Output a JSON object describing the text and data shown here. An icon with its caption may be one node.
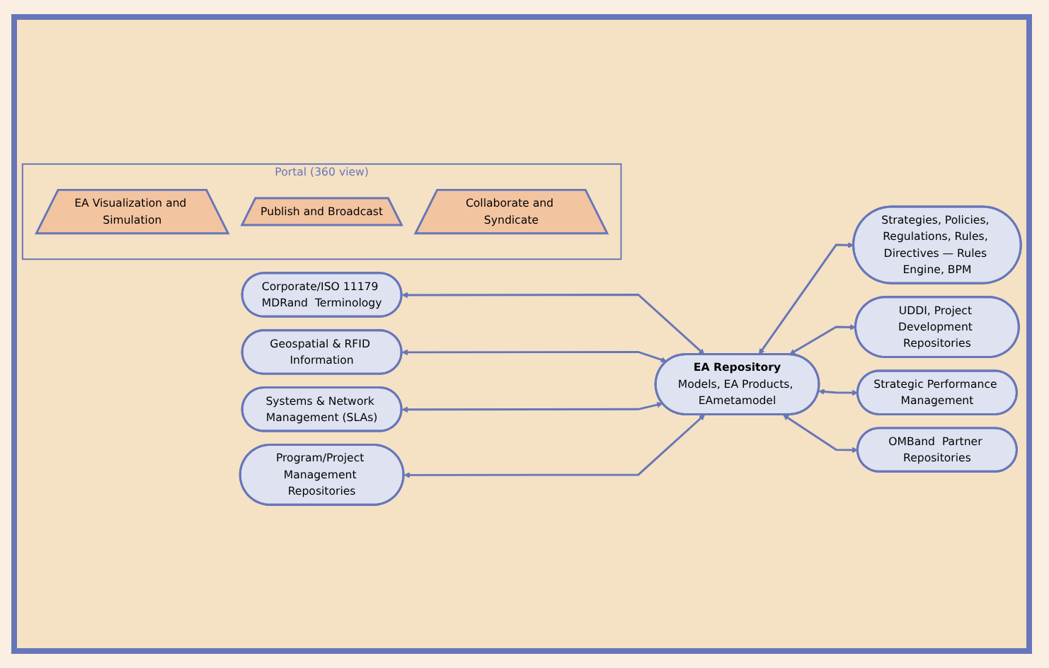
{
  "diagram": {
    "nodes": [
      {
        "text": [
          "Corporate/ISO 11179 MDRand  Terminology"
        ]
      },
      {
        "text": [
          "Strategies, Policies, Regulations, Rules, Directives — Rules Engine, BPM"
        ]
      },
      {
        "text": [
          "UDDI, Project Development Repositories"
        ]
      },
      {
        "text": [
          "Geospatial & RFID Information"
        ]
      },
      {
        "text": [
          "EA Repository",
          "Models, EA Products, EAmetamodel"
        ]
      },
      {
        "text": [
          "Systems & Network Management (SLAs)"
        ]
      },
      {
        "text": [
          "Portal (360 view)"
        ]
      },
      {
        "text": [
          "EA Visualization and Simulation"
        ],
        "in": 6
      },
      {
        "text": [
          "Publish and Broadcast"
        ],
        "in": 6
      },
      {
        "text": [
          "Collaborate and Syndicate"
        ],
        "in": 6
      },
      {
        "text": [
          "Program/Project Management Repositories"
        ]
      },
      {
        "text": [
          "Strategic Performance Management"
        ]
      },
      {
        "text": [
          "OMBand  Partner Repositories"
        ]
      }
    ],
    "edges": [
      {
        "from": 0,
        "to": 4,
        "arrow": "both"
      },
      {
        "from": 4,
        "to": 1,
        "arrow": "both"
      },
      {
        "from": 4,
        "to": 2,
        "arrow": "both"
      },
      {
        "from": 3,
        "to": 4,
        "arrow": "both"
      },
      {
        "from": 5,
        "to": 4,
        "arrow": "both"
      },
      {
        "from": 10,
        "to": 4,
        "arrow": "both"
      },
      {
        "from": 4,
        "to": 11,
        "arrow": "both"
      },
      {
        "from": 4,
        "to": 12,
        "arrow": "both"
      }
    ]
  }
}
